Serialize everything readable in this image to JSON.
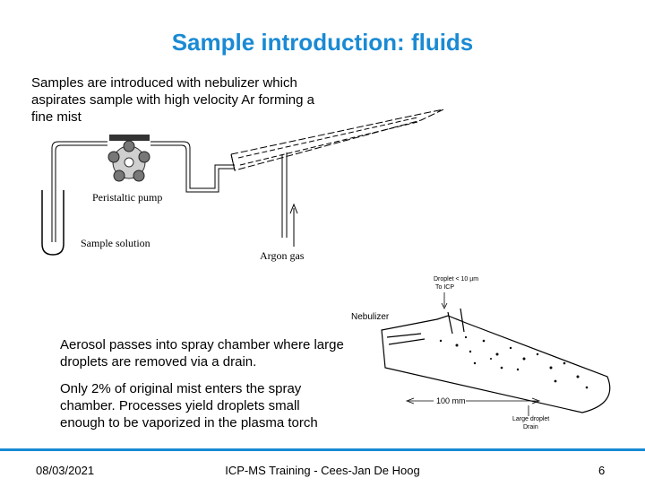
{
  "title": "Sample introduction: fluids",
  "intro": "Samples are introduced with nebulizer which aspirates sample with high velocity Ar forming a fine mist",
  "aerosol": "Aerosol passes into spray chamber where large droplets are removed via a drain.",
  "only": "Only 2% of original mist enters the spray chamber. Processes yield droplets small enough to be vaporized in the plasma torch",
  "diagram1": {
    "pump_label": "Peristaltic pump",
    "sample_label": "Sample solution",
    "argon_label": "Argon gas"
  },
  "diagram2": {
    "nebulizer_label": "Nebulizer",
    "droplet_top_1": "Droplet < 10 µm",
    "droplet_top_2": "To ICP",
    "dimension": "100 mm",
    "drain_1": "Large droplet",
    "drain_2": "Drain"
  },
  "footer": {
    "date": "08/03/2021",
    "center": "ICP-MS Training - Cees-Jan De Hoog",
    "page": "6"
  }
}
